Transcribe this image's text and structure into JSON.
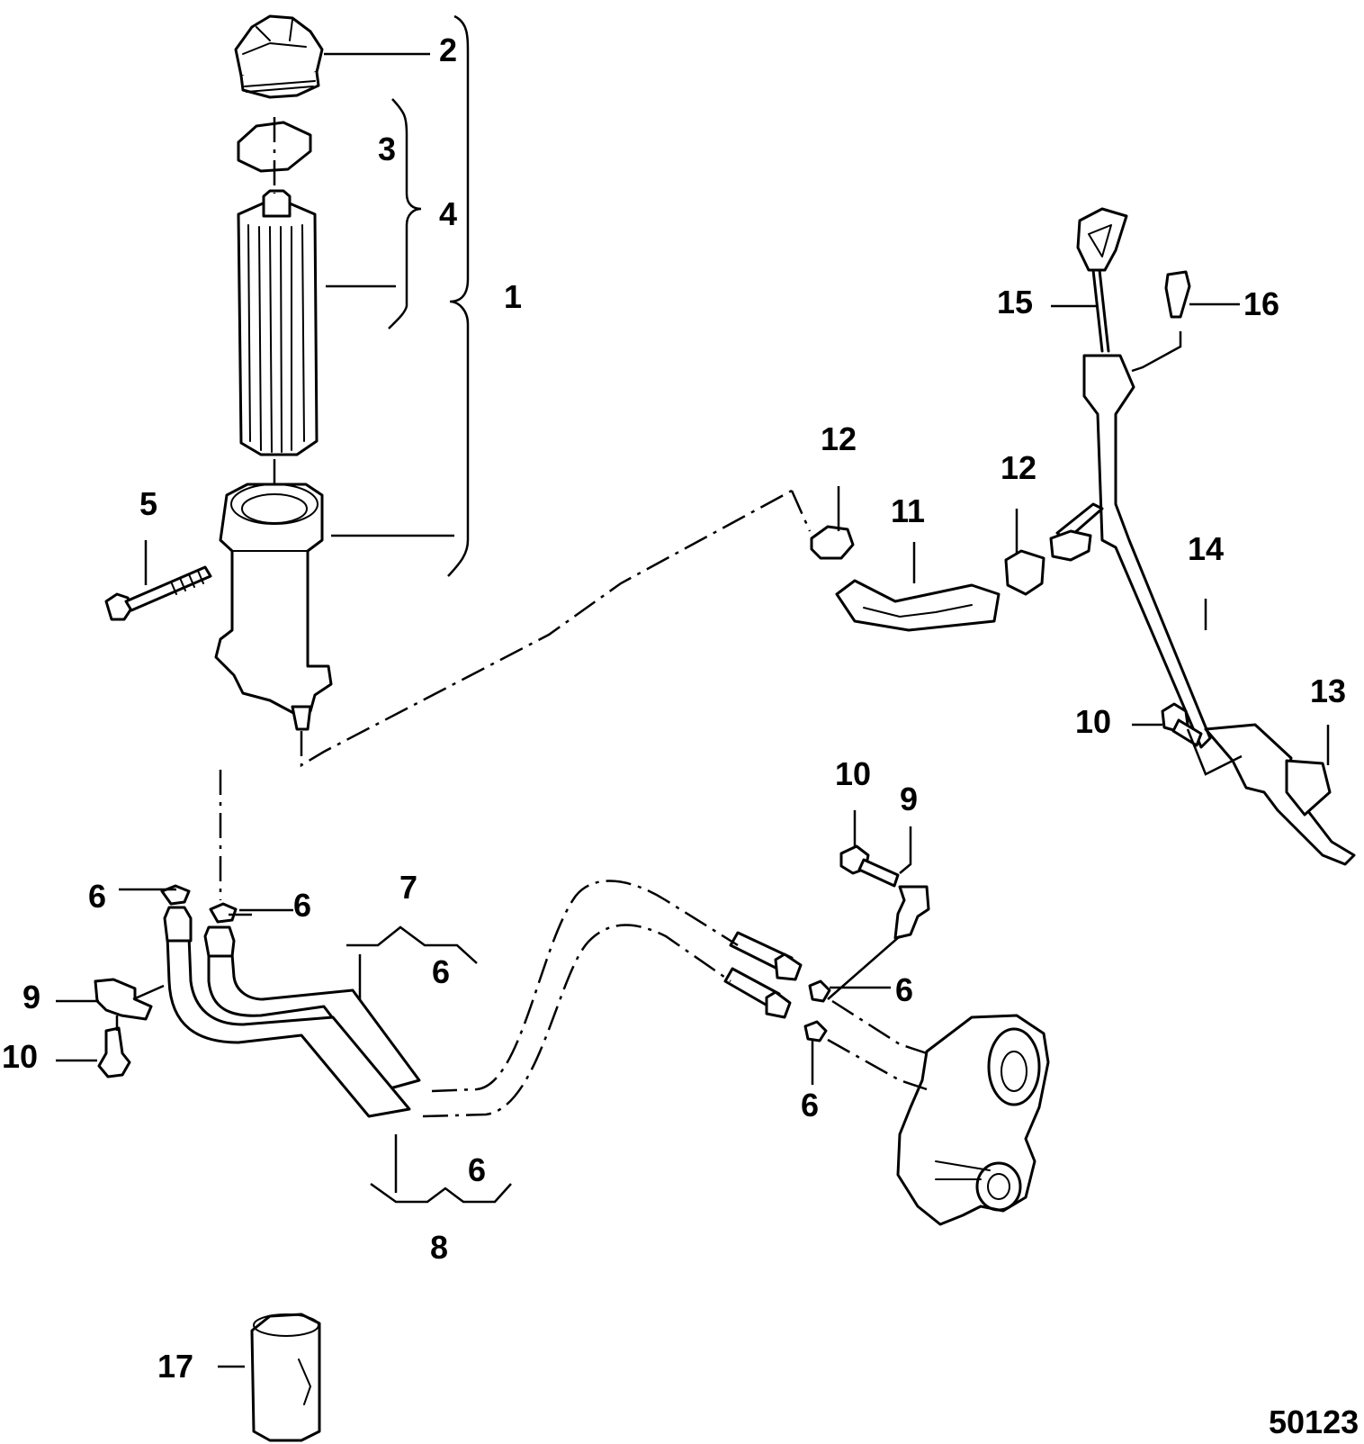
{
  "diagram": {
    "callouts": {
      "c1": "1",
      "c2": "2",
      "c3": "3",
      "c4": "4",
      "c5": "5",
      "c6a": "6",
      "c6b": "6",
      "c6c": "6",
      "c6d": "6",
      "c6e": "6",
      "c6f": "6",
      "c7": "7",
      "c8": "8",
      "c9a": "9",
      "c9b": "9",
      "c10a": "10",
      "c10b": "10",
      "c10c": "10",
      "c11": "11",
      "c12a": "12",
      "c12b": "12",
      "c13": "13",
      "c14": "14",
      "c15": "15",
      "c16": "16",
      "c17": "17"
    },
    "figure_number": "50123"
  }
}
